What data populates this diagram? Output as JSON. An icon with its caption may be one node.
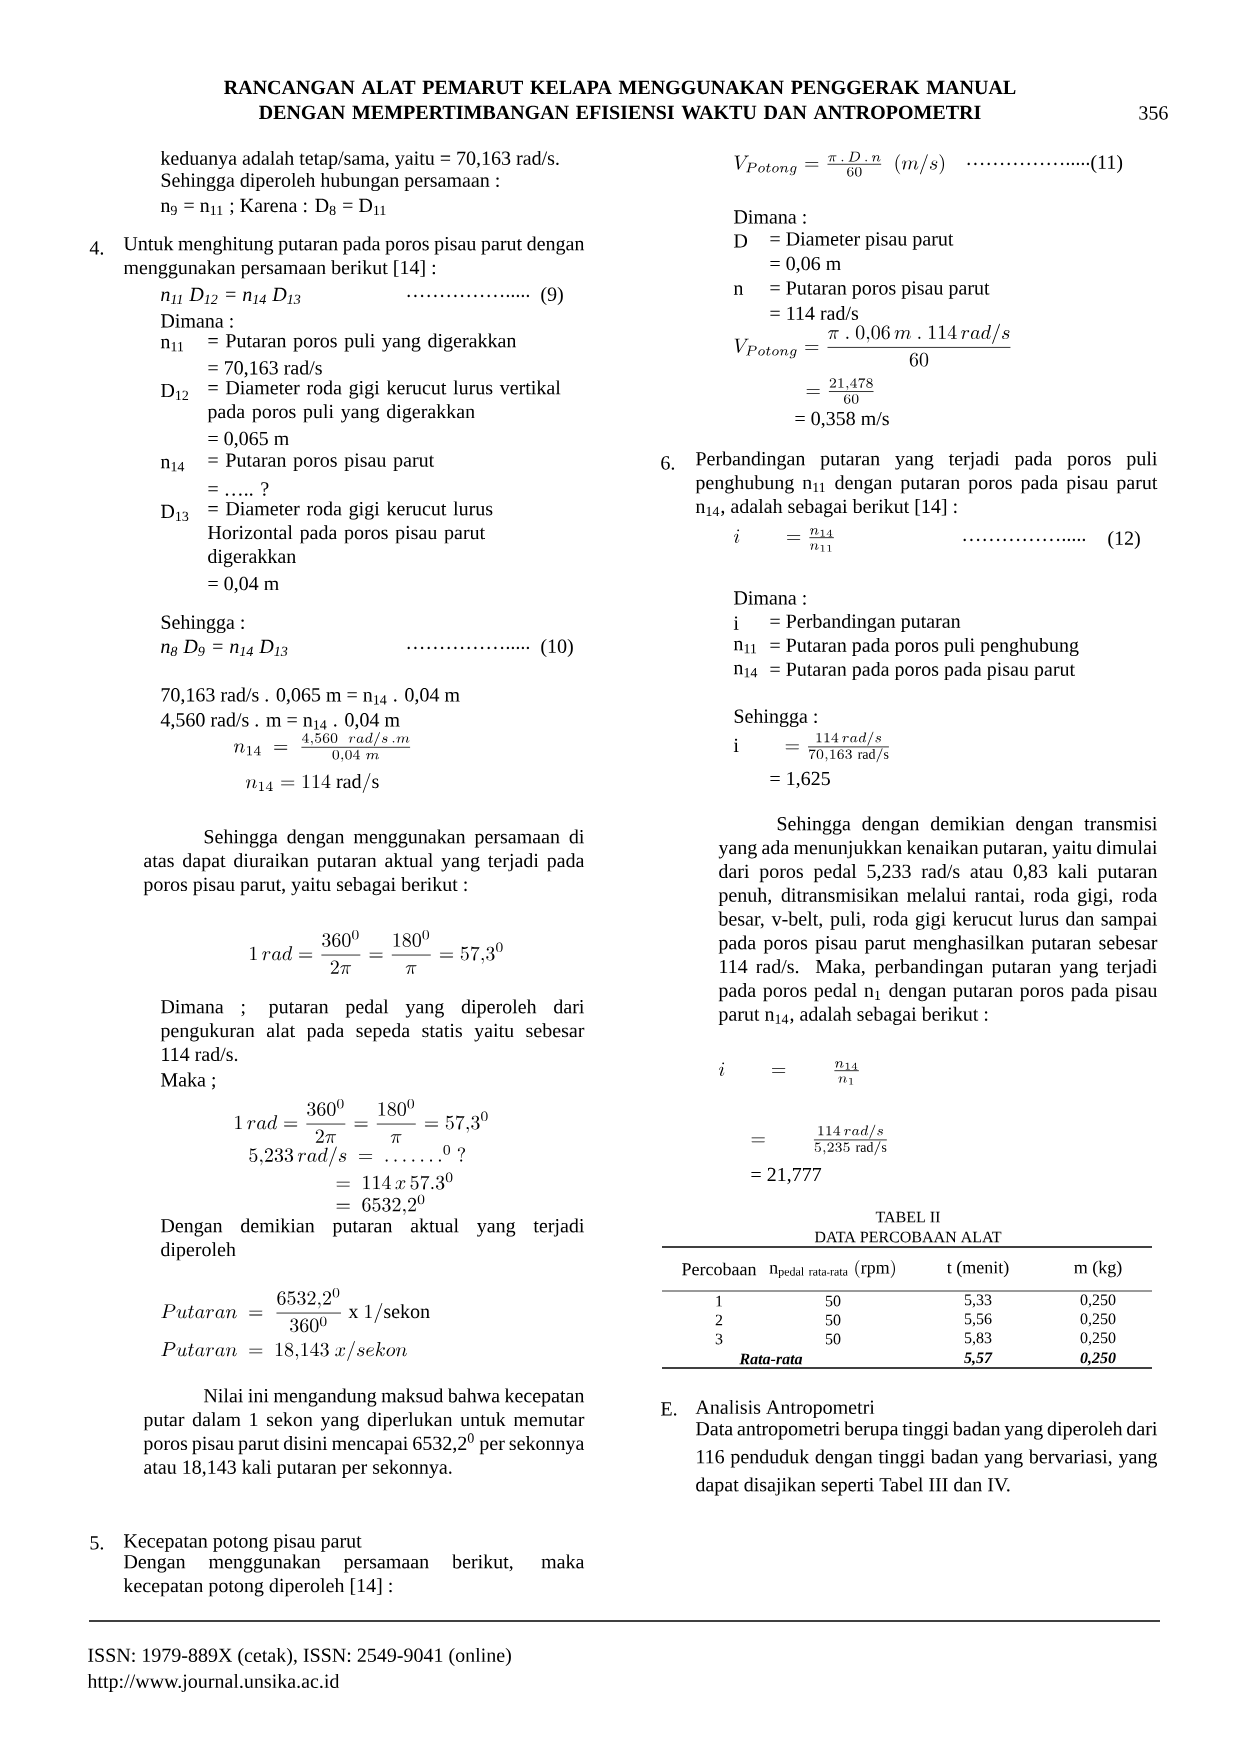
{
  "diagram": {
    "title": "RANCANGAN ALAT PEMARUT KELAPA MENGGUNAKAN PENGGERAK MANUAL DENGAN MEMPERTIMBANGAN EFISIENSI WAKTU DAN ANTROPOMETRI",
    "labels": [
      "356",
      "keduanya adalah tetap/sama, yaitu = 70,163 rad/s.",
      "Sehingga diperoleh hubungan persamaan :",
      "n$_{9}$ = n$_{11}$ ; Karena : D$_{8}$ = D$_{11}$",
      "4.",
      "Untuk menghitung putaran pada poros pisau parut dengan menggunakan persamaan berikut [14] :",
      "n$_{11}$ D$_{12}$ = n$_{14}$ D$_{13}$",
      "…………….....",
      "(9)",
      "Dimana :",
      "n$_{11}$",
      "= Putaran poros puli yang digerakkan",
      "= 70,163 rad/s",
      "D$_{12}$",
      "= Diameter roda gigi kerucut lurus vertikal pada poros puli yang digerakkan",
      "= 0,065 m",
      "n$_{14}$",
      "= Putaran poros pisau parut",
      "= ….. ?",
      "D$_{13}$",
      "= Diameter roda gigi kerucut lurus Horizontal pada poros pisau parut digerakkan",
      "= 0,04 m",
      "Sehingga :",
      "n$_{8}$ D$_{9}$ = n$_{14}$ D$_{13}$",
      "…………….....",
      "(10)",
      "70,163 rad/s . 0,065 m = n$_{14}$ . 0,04 m",
      "4,560 rad/s . m = n$_{14}$ . 0,04 m",
      "n_{14}\\ =\\ \\frac{4{,}560\\ \\ rad/s\\,.m}{0{,}04\\ m}",
      "n_{14} = 114\\ \\mathrm{rad/s}",
      "Sehingga dengan menggunakan persamaan di atas dapat diuraikan putaran aktual yang terjadi pada poros pisau parut, yaitu sebagai berikut :",
      "1\\,rad = \\frac{360^0}{2\\pi} = \\frac{180^0}{\\pi} = 57{,}3^0",
      "Dimana ; putaran pedal yang diperoleh dari pengukuran alat pada sepeda statis yaitu sebesar 114 rad/s.",
      "Maka ;",
      "1\\,rad = \\frac{360^0}{2\\pi} = \\frac{180^0}{\\pi} = 57{,}3^0",
      "5{,}233\\,rad/s\\ =\\ \\ldots\\ldots.^0\\ ?",
      "=\\ 114\\,x\\,57.3^0",
      "=\\ 6532{,}2^0",
      "Dengan demikian putaran aktual yang terjadi diperoleh",
      "Putaran\\ =\\ \\frac{6532{,}2^0}{360^0}\\ \\mathrm{x}\\ 1/\\mathrm{sekon}",
      "Putaran\\ =\\ 18{,}143\\ x/sekon",
      "Nilai ini mengandung maksud bahwa kecepatan putar dalam 1 sekon yang diperlukan untuk memutar poros pisau parut disini mencapai 6532,2$^{0}$ per sekonnya atau 18,143 kali putaran per sekonnya.",
      "5.",
      "Kecepatan potong pisau parut",
      "Dengan menggunakan persamaan berikut, maka kecepatan potong diperoleh [14] :",
      "V_{Potong} = \\frac{\\pi\\,.\\,D\\,.\\,n}{60}\\ \\ (m/s)",
      "…………….....",
      "(11)",
      "Dimana :",
      "D",
      "= Diameter pisau parut",
      "= 0,06 m",
      "n",
      "= Putaran poros pisau parut",
      "= 114 rad/s",
      "V_{Potong} = \\frac{\\pi\\ .\\ 0{,}06\\,m\\ .\\ 114\\,rad/s}{60}",
      "= \\frac{21{,}478}{60}",
      "= 0,358 m/s",
      "6.",
      "Perbandingan putaran yang terjadi pada poros puli penghubung n$_{11}$ dengan putaran poros pada pisau parut n$_{14}$, adalah sebagai berikut [14] :",
      "i\\qquad = \\frac{n_{14}}{n_{11}}",
      "…………….....",
      "(12)",
      "Dimana :",
      "i",
      "= Perbandingan putaran",
      "n$_{11}$",
      "= Putaran pada poros puli penghubung",
      "n$_{14}$",
      "= Putaran pada poros pada pisau parut",
      "Sehingga :",
      "\\mathrm{i}\\qquad = \\frac{114\\,rad/s}{70{,}163\\ \\mathrm{rad/s}}",
      "= 1,625",
      "Sehingga dengan demikian dengan transmisi yang ada menunjukkan kenaikan putaran, yaitu dimulai dari poros pedal 5,233 rad/s atau 0,83 kali putaran penuh, ditransmisikan melalui rantai, roda gigi, roda besar, v-belt, puli, roda gigi kerucut lurus dan sampai pada poros pisau parut menghasilkan putaran sebesar 114 rad/s. Maka, perbandingan putaran yang terjadi pada poros pedal n$_{1}$ dengan putaran poros pada pisau parut n$_{14}$, adalah sebagai berikut :",
      "i\\qquad =\\qquad \\frac{n_{14}}{n_1}",
      "=\\qquad \\frac{114\\,rad/s}{5{,}235\\ \\mathrm{rad/s}}",
      "= 21,777",
      "TABEL II",
      "DATA PERCOBAAN ALAT",
      "Percobaan",
      "\\mathrm{n}_{\\mathrm{pedal\\ rata}\\hbox{\\tiny -}\\mathrm{rata}}\\ (\\mathrm{rpm})",
      "t (menit)",
      "m (kg)",
      "1",
      "50",
      "5,33",
      "0,250",
      "2",
      "50",
      "5,56",
      "0,250",
      "3",
      "50",
      "5,83",
      "0,250",
      "Rata-rata",
      "5,57",
      "0,250",
      "E.",
      "Analisis Antropometri",
      "Data antropometri berupa tinggi badan yang diperoleh dari 116 penduduk dengan tinggi badan yang bervariasi, yang dapat disajikan seperti Tabel III dan IV.",
      "ISSN: 1979-889X (cetak), ISSN: 2549-9041 (online)",
      "http://www.journal.unsika.ac.id"
    ]
  }
}
